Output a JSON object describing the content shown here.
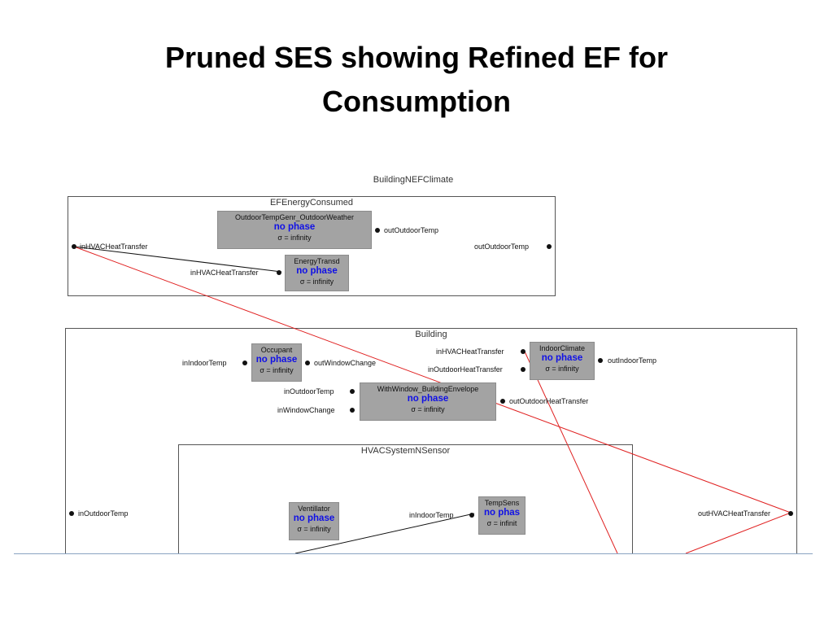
{
  "slide": {
    "title_line1": "Pruned SES showing Refined EF for",
    "title_line2": "Consumption"
  },
  "diagram": {
    "root_label": "BuildingNEFClimate",
    "ef": {
      "label": "EFEnergyConsumed",
      "port_in": "inHVACHeatTransfer",
      "port_out": "outOutdoorTemp"
    },
    "building": {
      "label": "Building",
      "port_in": "inOutdoorTemp",
      "port_out": "outHVACHeatTransfer"
    },
    "hvac": {
      "label": "HVACSystemNSensor"
    },
    "models": {
      "outdoor": {
        "name": "OutdoorTempGenr_OutdoorWeather",
        "phase": "no phase",
        "sigma": "σ = infinity",
        "port_out": "outOutdoorTemp"
      },
      "energy": {
        "name": "EnergyTransd",
        "phase": "no phase",
        "sigma": "σ = infinity",
        "port_in": "inHVACHeatTransfer"
      },
      "occupant": {
        "name": "Occupant",
        "phase": "no phase",
        "sigma": "σ = infinity",
        "port_in": "inIndoorTemp",
        "port_out": "outWindowChange"
      },
      "indoor": {
        "name": "IndoorClimate",
        "phase": "no phase",
        "sigma": "σ = infinity",
        "port_in1": "inHVACHeatTransfer",
        "port_in2": "inOutdoorHeatTransfer",
        "port_out": "outIndoorTemp"
      },
      "window": {
        "name": "WithWindow_BuildingEnvelope",
        "phase": "no phase",
        "sigma": "σ = infinity",
        "port_in1": "inOutdoorTemp",
        "port_in2": "inWindowChange",
        "port_out": "outOutdoorHeatTransfer"
      },
      "ventillator": {
        "name": "Ventillator",
        "phase": "no phase",
        "sigma": "σ = infinity"
      },
      "tempsensor": {
        "name": "TempSens",
        "phase": "no phas",
        "sigma": "σ = infinit",
        "port_in": "inIndoorTemp"
      }
    },
    "colors": {
      "model_fill": "#a3a3a3",
      "phase_text": "#1010e6",
      "coupling_red": "#e02020",
      "coupling_black": "#111111"
    }
  }
}
